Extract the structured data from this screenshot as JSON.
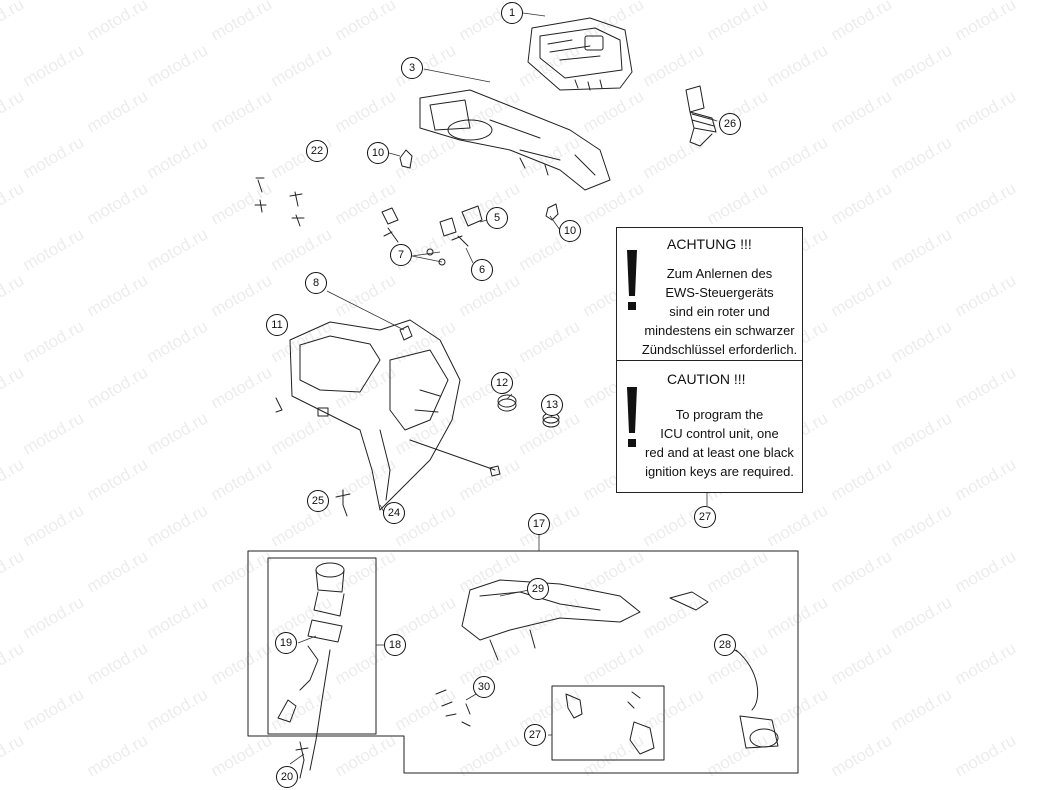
{
  "watermark": "motod.ru",
  "callouts": {
    "c1": "1",
    "c3": "3",
    "c5": "5",
    "c6": "6",
    "c7": "7",
    "c8": "8",
    "c10a": "10",
    "c10b": "10",
    "c11": "11",
    "c12": "12",
    "c13": "13",
    "c17": "17",
    "c18": "18",
    "c19": "19",
    "c20": "20",
    "c22": "22",
    "c24": "24",
    "c25": "25",
    "c26": "26",
    "c27a": "27",
    "c27b": "27",
    "c28": "28",
    "c29": "29",
    "c30": "30"
  },
  "notice": {
    "de": {
      "heading": "ACHTUNG !!!",
      "lines": [
        "Zum Anlernen des",
        "EWS-Steuergeräts",
        "sind ein roter und",
        "mindestens ein schwarzer",
        "Zündschlüssel erforderlich."
      ]
    },
    "en": {
      "heading": "CAUTION !!!",
      "lines": [
        "To program the",
        "ICU control unit, one",
        "red and at least one black",
        "ignition keys are required."
      ]
    }
  }
}
